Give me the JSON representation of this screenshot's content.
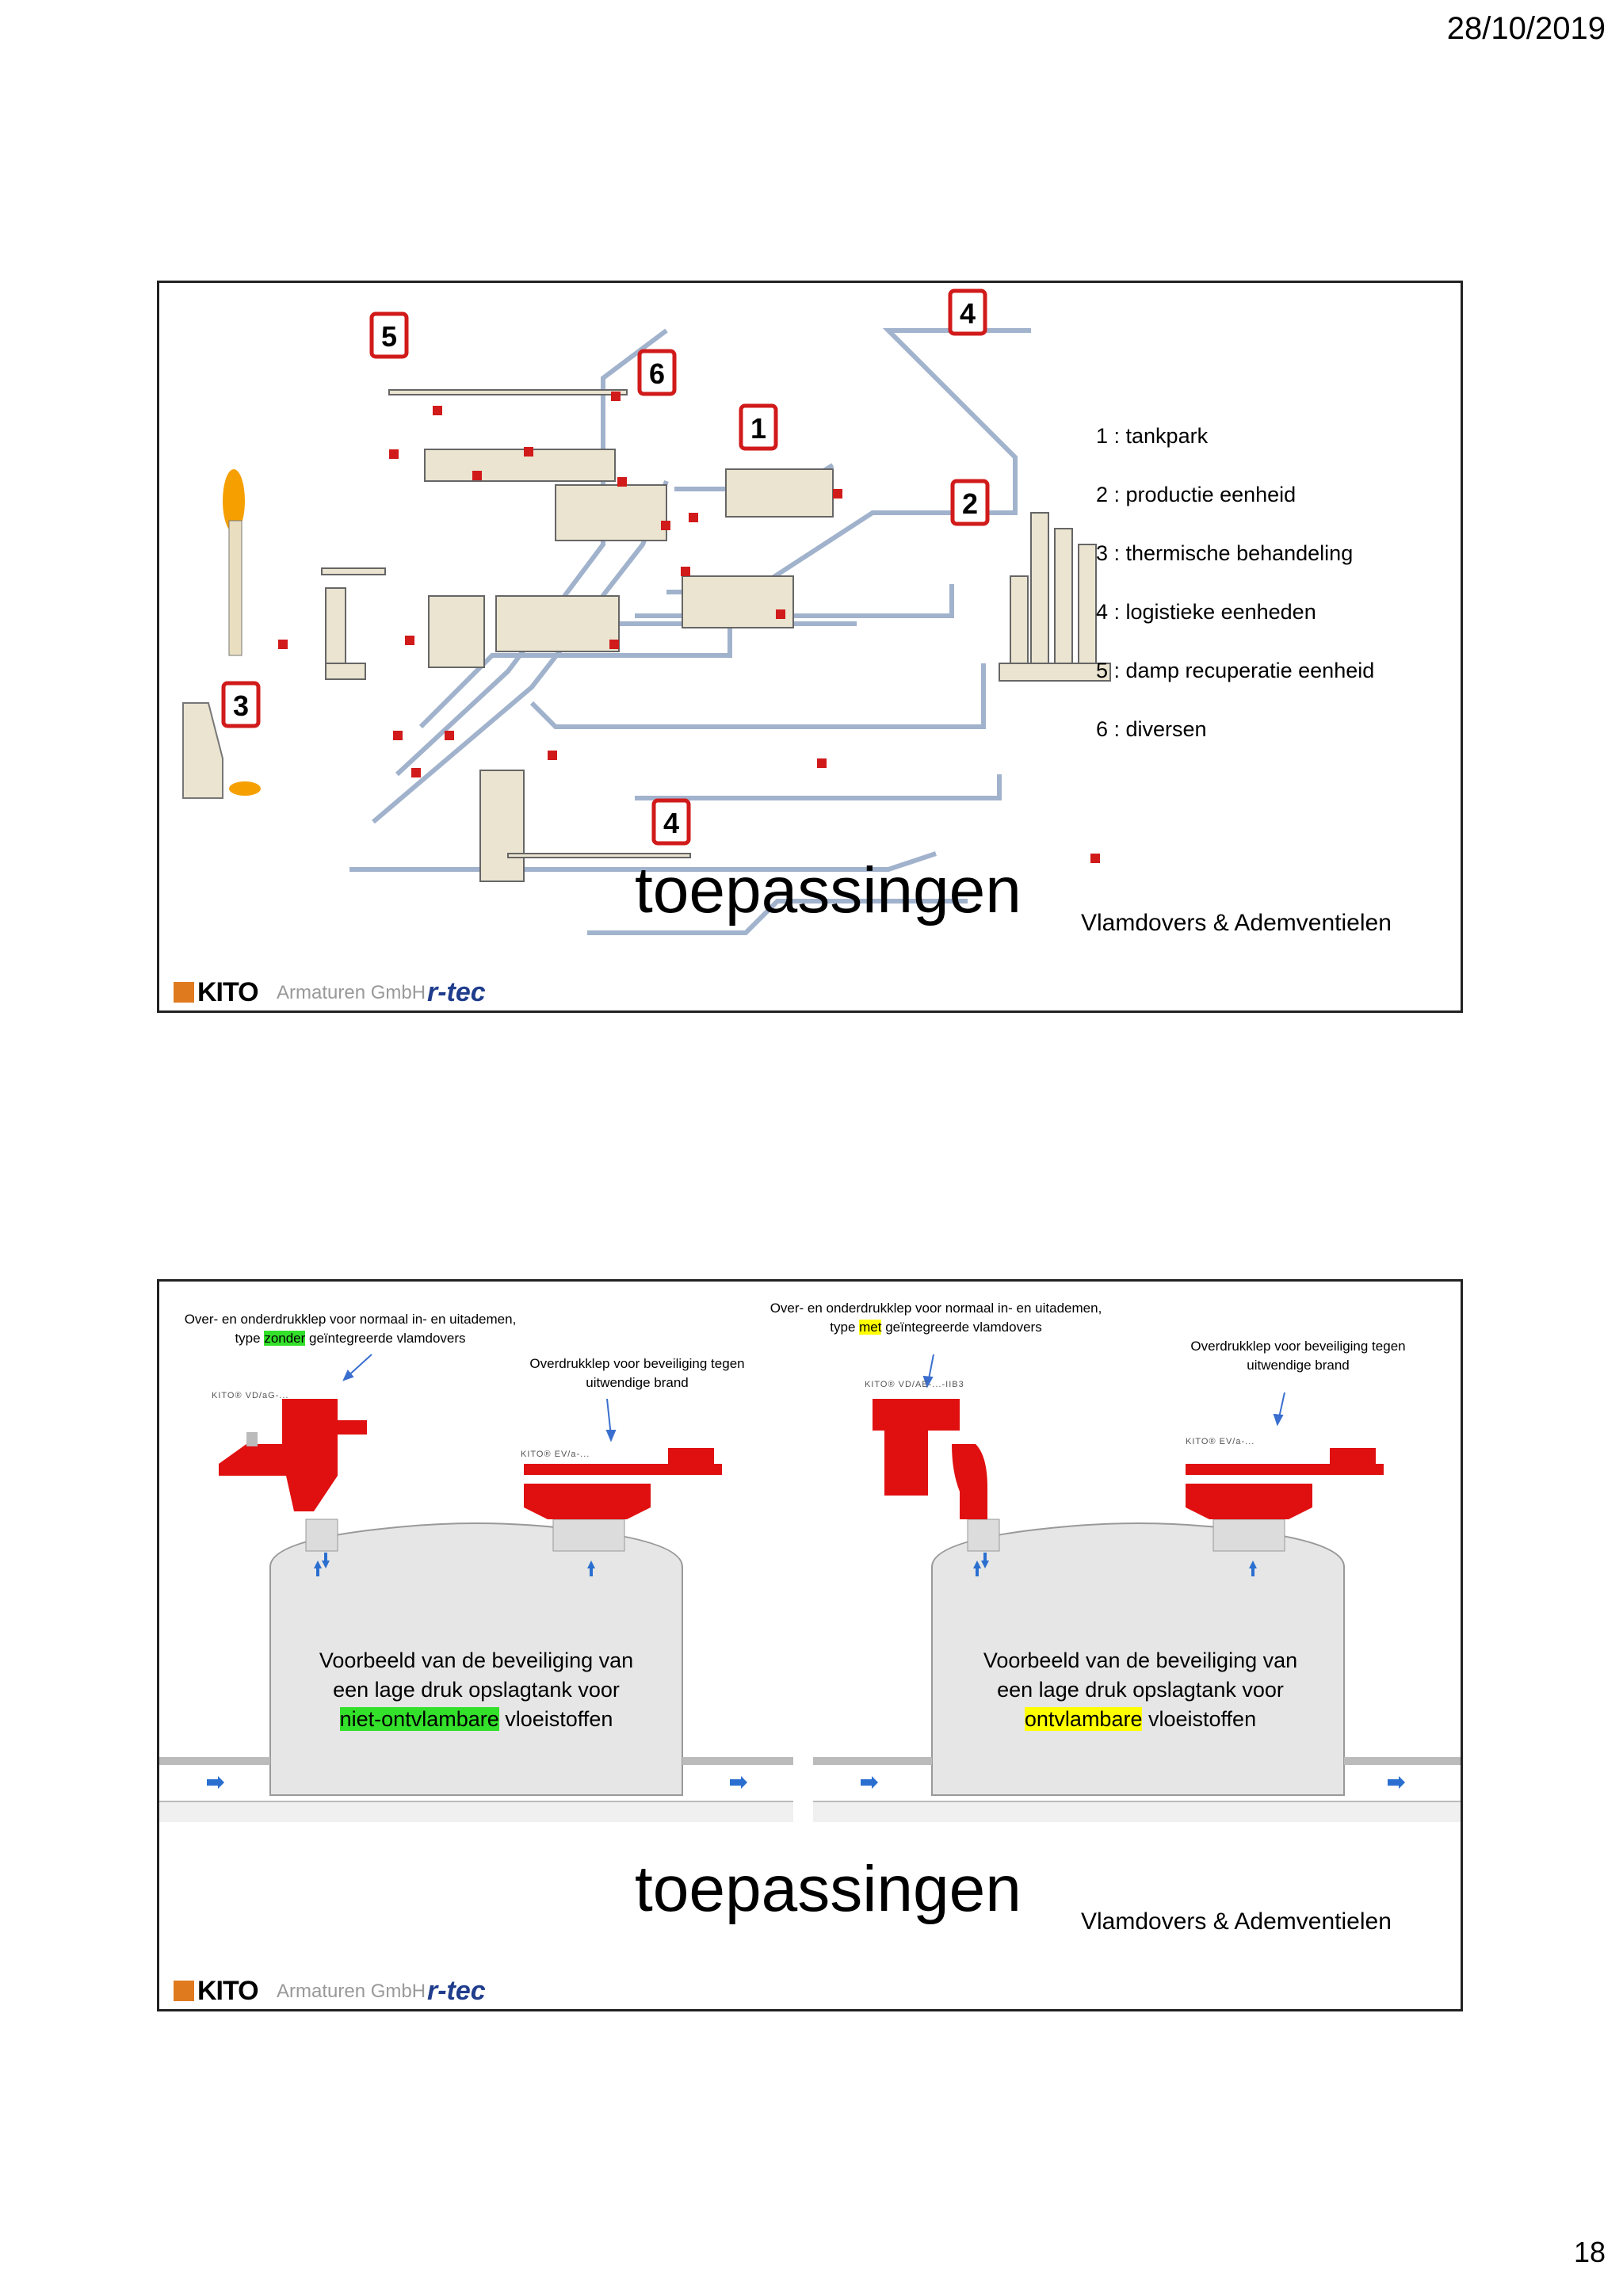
{
  "page": {
    "date": "28/10/2019",
    "number": "18"
  },
  "slide1": {
    "title": "toepassingen",
    "subtitle": "Vlamdovers & Ademventielen",
    "footer": {
      "brand": "KITO",
      "company": "Armaturen GmbH",
      "partner": "r-tec"
    },
    "markers": [
      "1",
      "2",
      "3",
      "4",
      "4",
      "5",
      "6"
    ],
    "legend": [
      "1 : tankpark",
      "2 : productie eenheid",
      "3 : thermische behandeling",
      "4 : logistieke eenheden",
      "5 : damp recuperatie eenheid",
      "6 : diversen"
    ]
  },
  "slide2": {
    "title": "toepassingen",
    "subtitle": "Vlamdovers & Ademventielen",
    "footer": {
      "brand": "KITO",
      "company": "Armaturen GmbH",
      "partner": "r-tec"
    },
    "left": {
      "callout1_line1": "Over- en onderdrukklep voor normaal in- en uitademen,",
      "callout1_pre": "type ",
      "callout1_hl": "zonder",
      "callout1_post": " geïntegreerde vlamdovers",
      "callout2_line1": "Overdrukklep voor beveiliging tegen",
      "callout2_line2": "uitwendige brand",
      "model1": "KITO® VD/aG-...",
      "model2": "KITO® EV/a-...",
      "tank_line1": "Voorbeeld van de beveiliging van",
      "tank_line2": "een lage druk opslagtank voor",
      "tank_hl": "niet-ontvlambare",
      "tank_post": " vloeistoffen"
    },
    "right": {
      "callout1_line1": "Over- en onderdrukklep voor normaal in- en uitademen,",
      "callout1_pre": "type ",
      "callout1_hl": "met",
      "callout1_post": " geïntegreerde vlamdovers",
      "callout2_line1": "Overdrukklep voor beveiliging tegen",
      "callout2_line2": "uitwendige brand",
      "model1": "KITO® VD/AE-...-IIB3",
      "model2": "KITO® EV/a-...",
      "tank_line1": "Voorbeeld van de beveiliging van",
      "tank_line2": "een lage druk opslagtank voor",
      "tank_hl": "ontvlambare",
      "tank_post": " vloeistoffen"
    }
  },
  "colors": {
    "valve_red": "#e01010",
    "highlight_green": "#33e02a",
    "highlight_yellow": "#ffff00",
    "pipe": "#5a78a8",
    "tank": "#eae4d0"
  }
}
